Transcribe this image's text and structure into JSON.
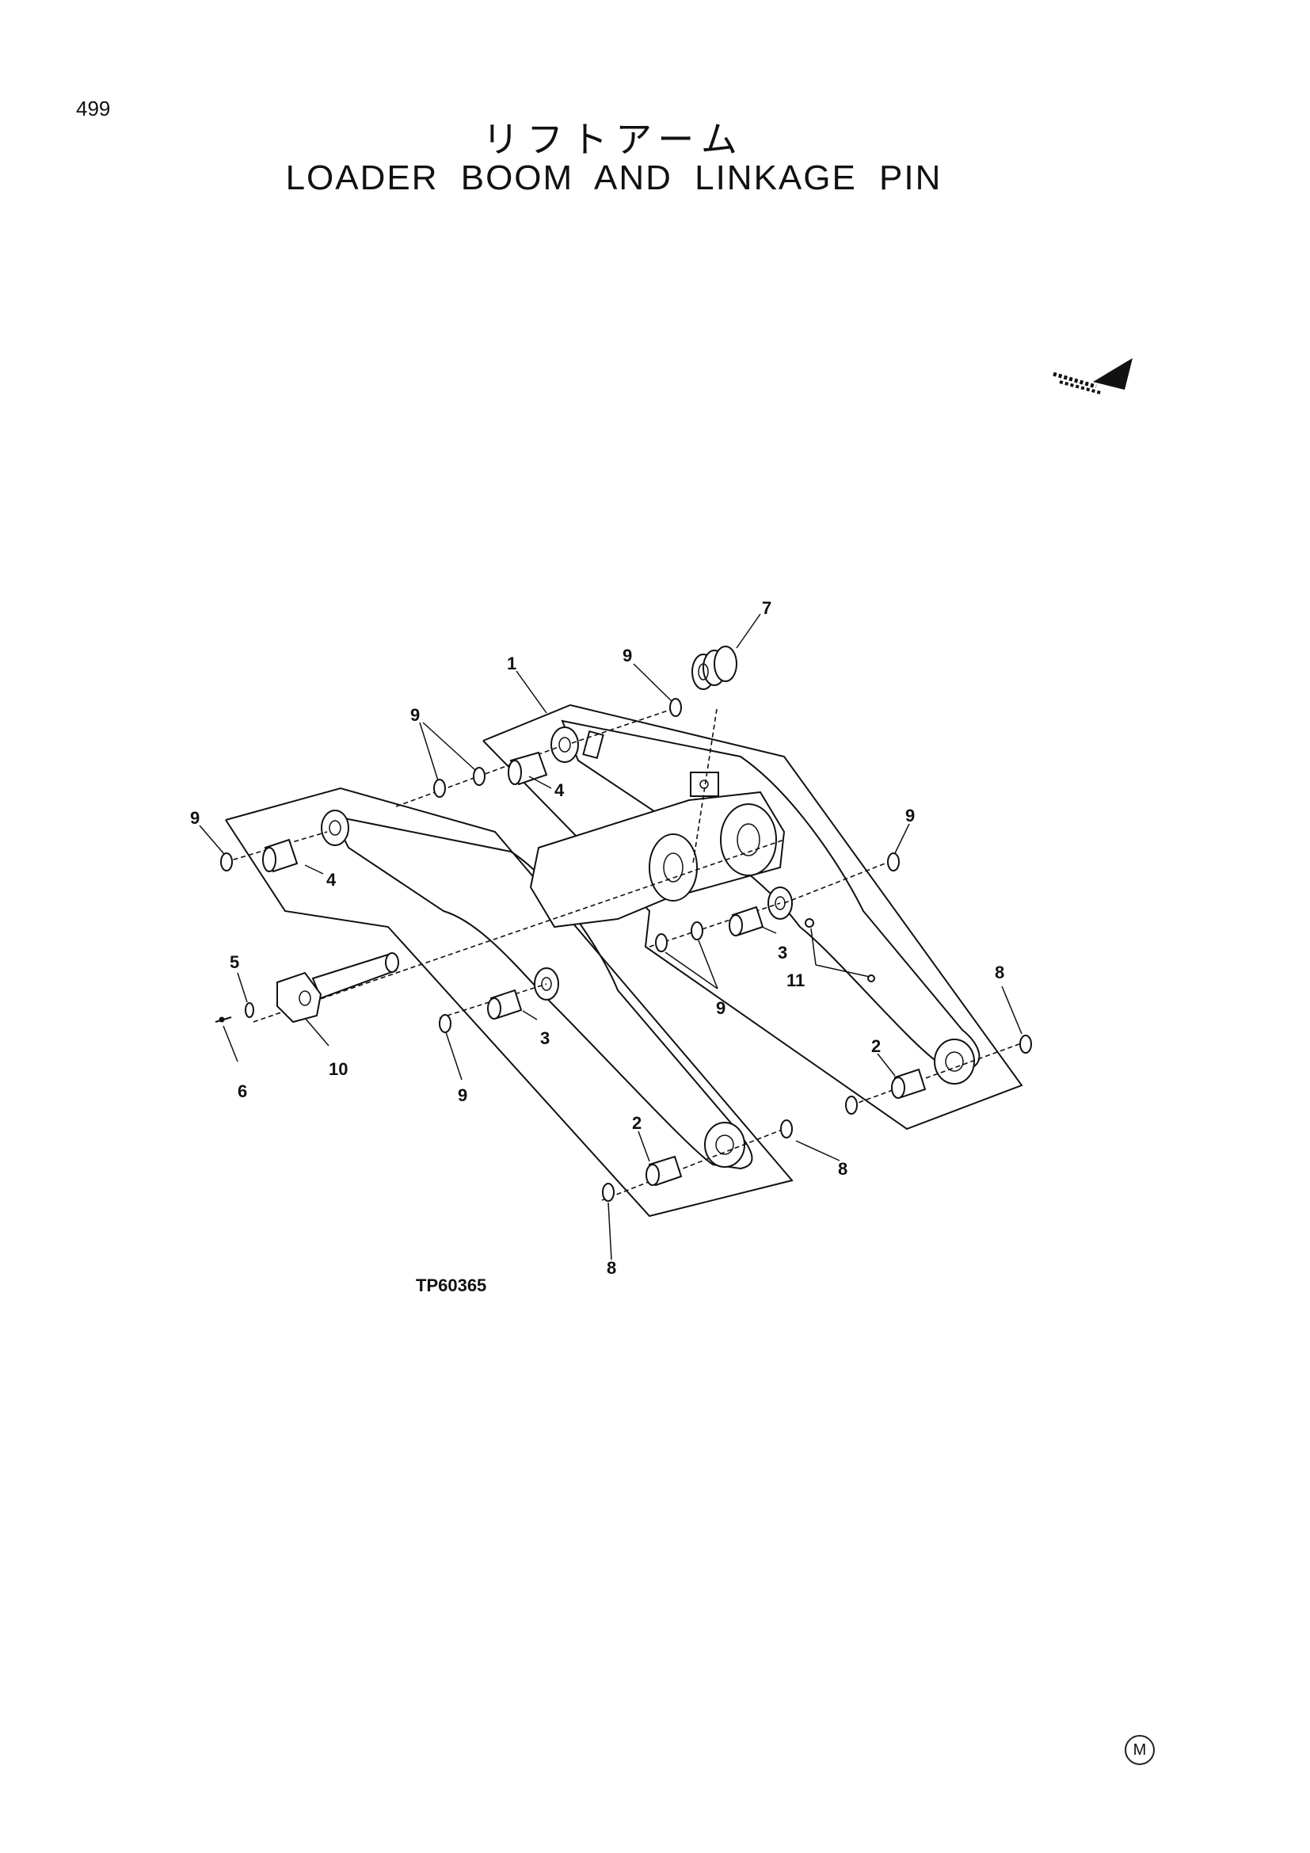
{
  "page": {
    "number": "499",
    "title_jp": "リフトアーム",
    "title_en": "LOADER BOOM AND LINKAGE PIN",
    "reference_code": "TP60365",
    "mark": "M"
  },
  "callouts": [
    {
      "id": "c1",
      "label": "1"
    },
    {
      "id": "c9a",
      "label": "9"
    },
    {
      "id": "c7",
      "label": "7"
    },
    {
      "id": "c9b",
      "label": "9"
    },
    {
      "id": "c4a",
      "label": "4"
    },
    {
      "id": "c9c",
      "label": "9"
    },
    {
      "id": "c4b",
      "label": "4"
    },
    {
      "id": "c9d",
      "label": "9"
    },
    {
      "id": "c5",
      "label": "5"
    },
    {
      "id": "c6",
      "label": "6"
    },
    {
      "id": "c10",
      "label": "10"
    },
    {
      "id": "c9e",
      "label": "9"
    },
    {
      "id": "c3a",
      "label": "3"
    },
    {
      "id": "c3b",
      "label": "3"
    },
    {
      "id": "c11",
      "label": "11"
    },
    {
      "id": "c9f",
      "label": "9"
    },
    {
      "id": "c8a",
      "label": "8"
    },
    {
      "id": "c2a",
      "label": "2"
    },
    {
      "id": "c2b",
      "label": "2"
    },
    {
      "id": "c8b",
      "label": "8"
    },
    {
      "id": "c8c",
      "label": "8"
    }
  ]
}
